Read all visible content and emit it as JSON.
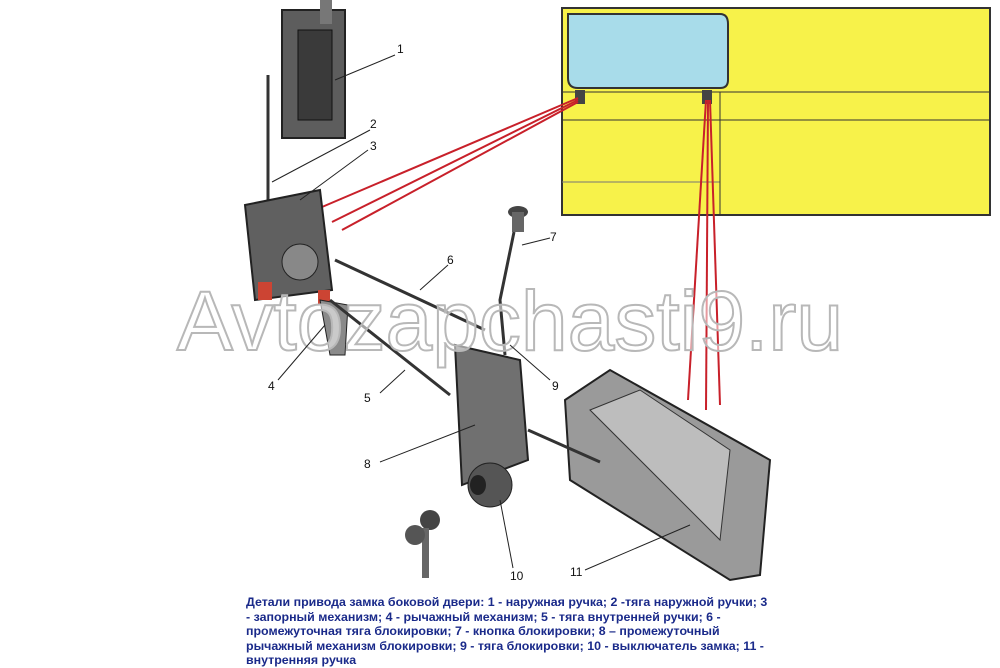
{
  "watermark": "Avtozapchasti9.ru",
  "labels": [
    "1",
    "2",
    "3",
    "4",
    "5",
    "6",
    "7",
    "8",
    "9",
    "10",
    "11"
  ],
  "caption": "Детали привода замка боковой двери: 1 - наружная ручка; 2 -тяга наружной ручки; 3 - запорный механизм; 4 - рычажный механизм; 5 - тяга внутренней ручки; 6 - промежуточная тяга блокировки; 7 - кнопка блокировки; 8 – промежуточный рычажный механизм блокировки; 9 - тяга блокировки; 10 - выключатель замка; 11 - внутренняя ручка",
  "colors": {
    "door": "#f7f24a",
    "glass": "#a8dcea",
    "pointer": "#c8202a",
    "caption": "#1a2a8a"
  }
}
